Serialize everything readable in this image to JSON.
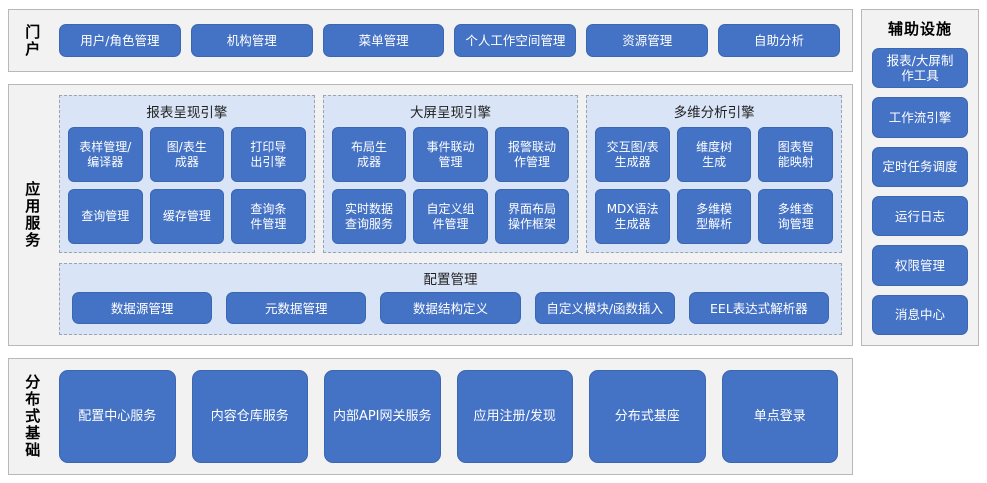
{
  "portal": {
    "label": "门户",
    "items": [
      {
        "label": "用户/角色管理"
      },
      {
        "label": "机构管理"
      },
      {
        "label": "菜单管理"
      },
      {
        "label": "个人工作空间管理"
      },
      {
        "label": "资源管理"
      },
      {
        "label": "自助分析"
      }
    ]
  },
  "app_services": {
    "label": "应用服务",
    "engines": [
      {
        "title": "报表呈现引擎",
        "items": [
          {
            "label": "表样管理/\n编译器"
          },
          {
            "label": "图/表生\n成器"
          },
          {
            "label": "打印导\n出引擎"
          },
          {
            "label": "查询管理"
          },
          {
            "label": "缓存管理"
          },
          {
            "label": "查询条\n件管理"
          }
        ]
      },
      {
        "title": "大屏呈现引擎",
        "items": [
          {
            "label": "布局生\n成器"
          },
          {
            "label": "事件联动\n管理"
          },
          {
            "label": "报警联动\n作管理"
          },
          {
            "label": "实时数据\n查询服务"
          },
          {
            "label": "自定义组\n件管理"
          },
          {
            "label": "界面布局\n操作框架"
          }
        ]
      },
      {
        "title": "多维分析引擎",
        "items": [
          {
            "label": "交互图/表\n生成器"
          },
          {
            "label": "维度树\n生成"
          },
          {
            "label": "图表智\n能映射"
          },
          {
            "label": "MDX语法\n生成器"
          },
          {
            "label": "多维模\n型解析"
          },
          {
            "label": "多维查\n询管理"
          }
        ]
      }
    ],
    "config": {
      "title": "配置管理",
      "items": [
        {
          "label": "数据源管理"
        },
        {
          "label": "元数据管理"
        },
        {
          "label": "数据结构定义"
        },
        {
          "label": "自定义模块/函数插入"
        },
        {
          "label": "EEL表达式解析器"
        }
      ]
    }
  },
  "distributed": {
    "label": "分布式基础",
    "items": [
      {
        "label": "配置中心服务"
      },
      {
        "label": "内容仓库服务"
      },
      {
        "label": "内部API网关服务"
      },
      {
        "label": "应用注册/发现"
      },
      {
        "label": "分布式基座"
      },
      {
        "label": "单点登录"
      }
    ]
  },
  "auxiliary": {
    "title": "辅助设施",
    "items": [
      {
        "label": "报表/大屏制\n作工具"
      },
      {
        "label": "工作流引擎"
      },
      {
        "label": "定时任务调度"
      },
      {
        "label": "运行日志"
      },
      {
        "label": "权限管理"
      },
      {
        "label": "消息中心"
      }
    ]
  },
  "colors": {
    "button_blue": "#4472c4",
    "group_background": "#d9e4f6",
    "panel_background": "#f2f2f2",
    "panel_border": "#b8b8b8"
  }
}
